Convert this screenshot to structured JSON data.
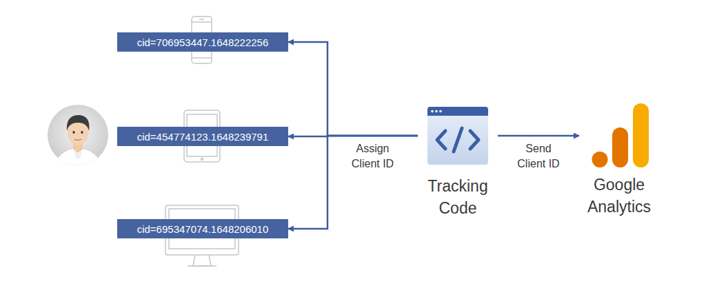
{
  "diagram": {
    "nodes": [
      {
        "text": [
          "cid=706953447.1648222256"
        ]
      },
      {
        "text": [
          "cid=454774123.1648239791"
        ]
      },
      {
        "text": [
          "cid=695347074.1648206010"
        ]
      },
      {
        "text": [
          "Tracking Code"
        ]
      },
      {
        "text": [
          "Google Analytics"
        ]
      }
    ],
    "edges": [
      {
        "from": 3,
        "to": 0,
        "arrow": "to"
      },
      {
        "from": 3,
        "to": 1,
        "label": "Assign Client ID",
        "arrow": "to"
      },
      {
        "from": 3,
        "to": 2,
        "arrow": "to"
      },
      {
        "from": 3,
        "to": 4,
        "label": "Send Client ID",
        "arrow": "to"
      }
    ]
  }
}
